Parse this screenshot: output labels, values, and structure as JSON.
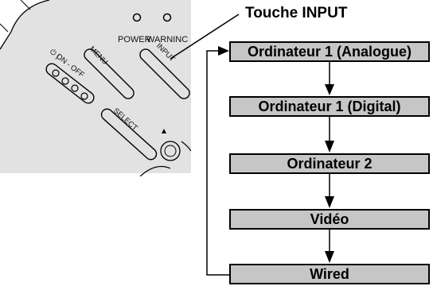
{
  "panel": {
    "power_label": "POWER",
    "warning_label": "WARNINC",
    "onoff_label": "ON - OFF",
    "menu_label": "MENU",
    "input_label": "INPUT",
    "select_label": "SELECT"
  },
  "callout": {
    "label": "Touche INPUT"
  },
  "input_modes": [
    "Ordinateur 1 (Analogue)",
    "Ordinateur 1 (Digital)",
    "Ordinateur 2",
    "Vidéo",
    "Wired"
  ]
}
